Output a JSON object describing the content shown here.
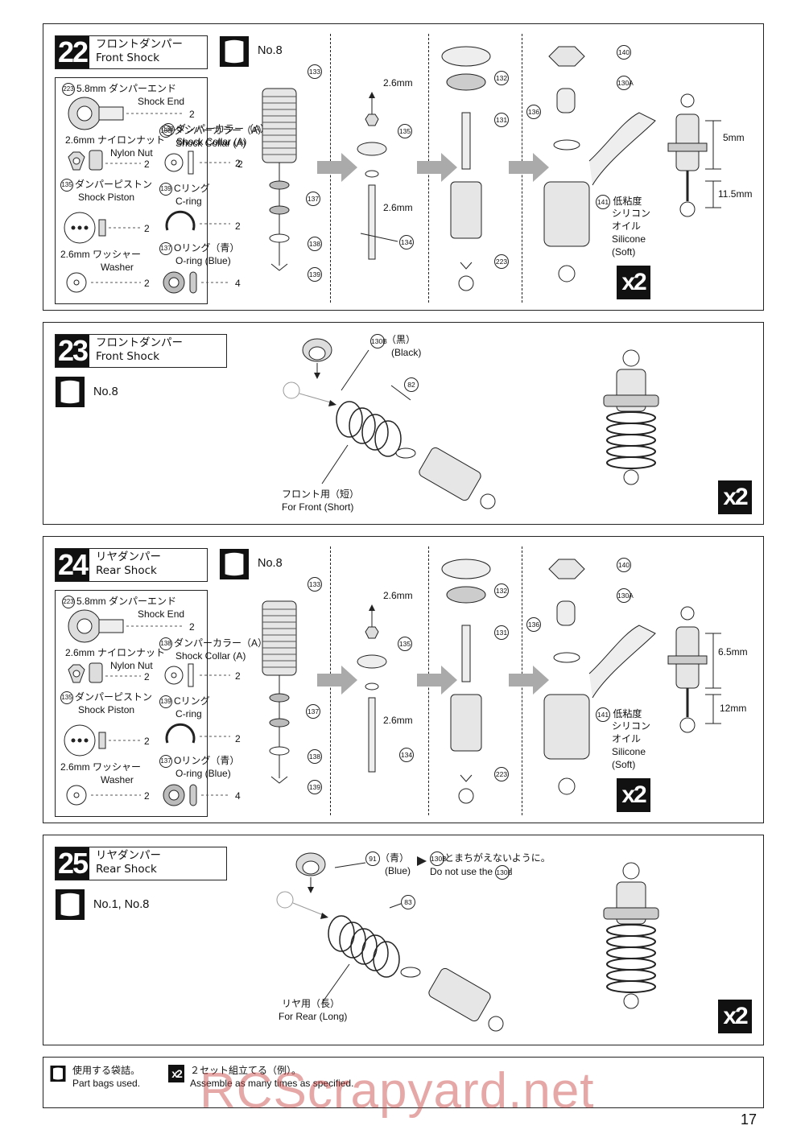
{
  "steps": [
    {
      "number": "22",
      "title_jp": "フロントダンパー",
      "title_en": "Front Shock",
      "bag": "No.8",
      "parts": [
        {
          "id": "223",
          "name_jp": "5.8mm ダンパーエンド",
          "name_en": "Shock End",
          "qty": "2"
        },
        {
          "id": "",
          "name_jp": "2.6mm ナイロンナット",
          "name_en": "Nylon Nut",
          "qty": "2"
        },
        {
          "id": "138",
          "name_jp": "ダンパーカラー（A）",
          "name_en": "Shock Collar (A)",
          "qty": "2"
        },
        {
          "id": "135",
          "name_jp": "ダンパーピストン",
          "name_en": "Shock Piston",
          "qty": "2"
        },
        {
          "id": "139",
          "name_jp": "Cリング",
          "name_en": "C-ring",
          "qty": "2"
        },
        {
          "id": "",
          "name_jp": "2.6mm ワッシャー",
          "name_en": "Washer",
          "qty": "2"
        },
        {
          "id": "137",
          "name_jp": "Oリング（青）",
          "name_en": "O-ring (Blue)",
          "qty": "4"
        }
      ],
      "callouts": {
        "c133": "133",
        "c137": "137",
        "c138": "138",
        "c139": "139",
        "c135": "135",
        "c134": "134",
        "c132": "132",
        "c131": "131",
        "c223": "223",
        "c140": "140",
        "c130a": "130A",
        "c136": "136",
        "c141": "141"
      },
      "dim_top": "2.6mm",
      "dim_bottom": "2.6mm",
      "oil_jp1": "低粘度",
      "oil_jp2": "シリコン",
      "oil_jp3": "オイル",
      "oil_en1": "Silicone",
      "oil_en2": "(Soft)",
      "len1": "5mm",
      "len2": "11.5mm",
      "multiplier": "x2"
    },
    {
      "number": "23",
      "title_jp": "フロントダンパー",
      "title_en": "Front Shock",
      "bag": "No.8",
      "c130b": "130B",
      "color_jp": "（黒）",
      "color_en": "(Black)",
      "c82": "82",
      "spring_jp": "フロント用（短）",
      "spring_en": "For Front (Short)",
      "multiplier": "x2"
    },
    {
      "number": "24",
      "title_jp": "リヤダンパー",
      "title_en": "Rear Shock",
      "bag": "No.8",
      "parts": [
        {
          "id": "223",
          "name_jp": "5.8mm ダンパーエンド",
          "name_en": "Shock End",
          "qty": "2"
        },
        {
          "id": "",
          "name_jp": "2.6mm ナイロンナット",
          "name_en": "Nylon Nut",
          "qty": "2"
        },
        {
          "id": "138",
          "name_jp": "ダンパーカラー（A）",
          "name_en": "Shock Collar (A)",
          "qty": "2"
        },
        {
          "id": "135",
          "name_jp": "ダンパーピストン",
          "name_en": "Shock Piston",
          "qty": "2"
        },
        {
          "id": "139",
          "name_jp": "Cリング",
          "name_en": "C-ring",
          "qty": "2"
        },
        {
          "id": "",
          "name_jp": "2.6mm ワッシャー",
          "name_en": "Washer",
          "qty": "2"
        },
        {
          "id": "137",
          "name_jp": "Oリング（青）",
          "name_en": "O-ring (Blue)",
          "qty": "4"
        }
      ],
      "callouts": {
        "c133": "133",
        "c137": "137",
        "c138": "138",
        "c139": "139",
        "c135": "135",
        "c134": "134",
        "c132": "132",
        "c131": "131",
        "c223": "223",
        "c140": "140",
        "c130a": "130A",
        "c136": "136",
        "c141": "141"
      },
      "dim_top": "2.6mm",
      "dim_bottom": "2.6mm",
      "oil_jp1": "低粘度",
      "oil_jp2": "シリコン",
      "oil_jp3": "オイル",
      "oil_en1": "Silicone",
      "oil_en2": "(Soft)",
      "len1": "6.5mm",
      "len2": "12mm",
      "multiplier": "x2"
    },
    {
      "number": "25",
      "title_jp": "リヤダンパー",
      "title_en": "Rear Shock",
      "bag": "No.1, No.8",
      "c91": "91",
      "color_jp": "（青）",
      "color_en": "(Blue)",
      "warn_jp_pre": "",
      "c130b": "130B",
      "warn_jp": "とまちがえないように。",
      "warn_en_pre": "Do not use the",
      "warn_en_post": "!",
      "c83": "83",
      "spring_jp": "リヤ用（長）",
      "spring_en": "For Rear (Long)",
      "multiplier": "x2"
    }
  ],
  "legend": {
    "bag_jp": "使用する袋詰。",
    "bag_en": "Part bags used.",
    "x2": "x2",
    "x2_jp": "２セット組立てる（例）。",
    "x2_en": "Assemble as many times as specified."
  },
  "watermark": "RCScrapyard.net",
  "page_number": "17"
}
